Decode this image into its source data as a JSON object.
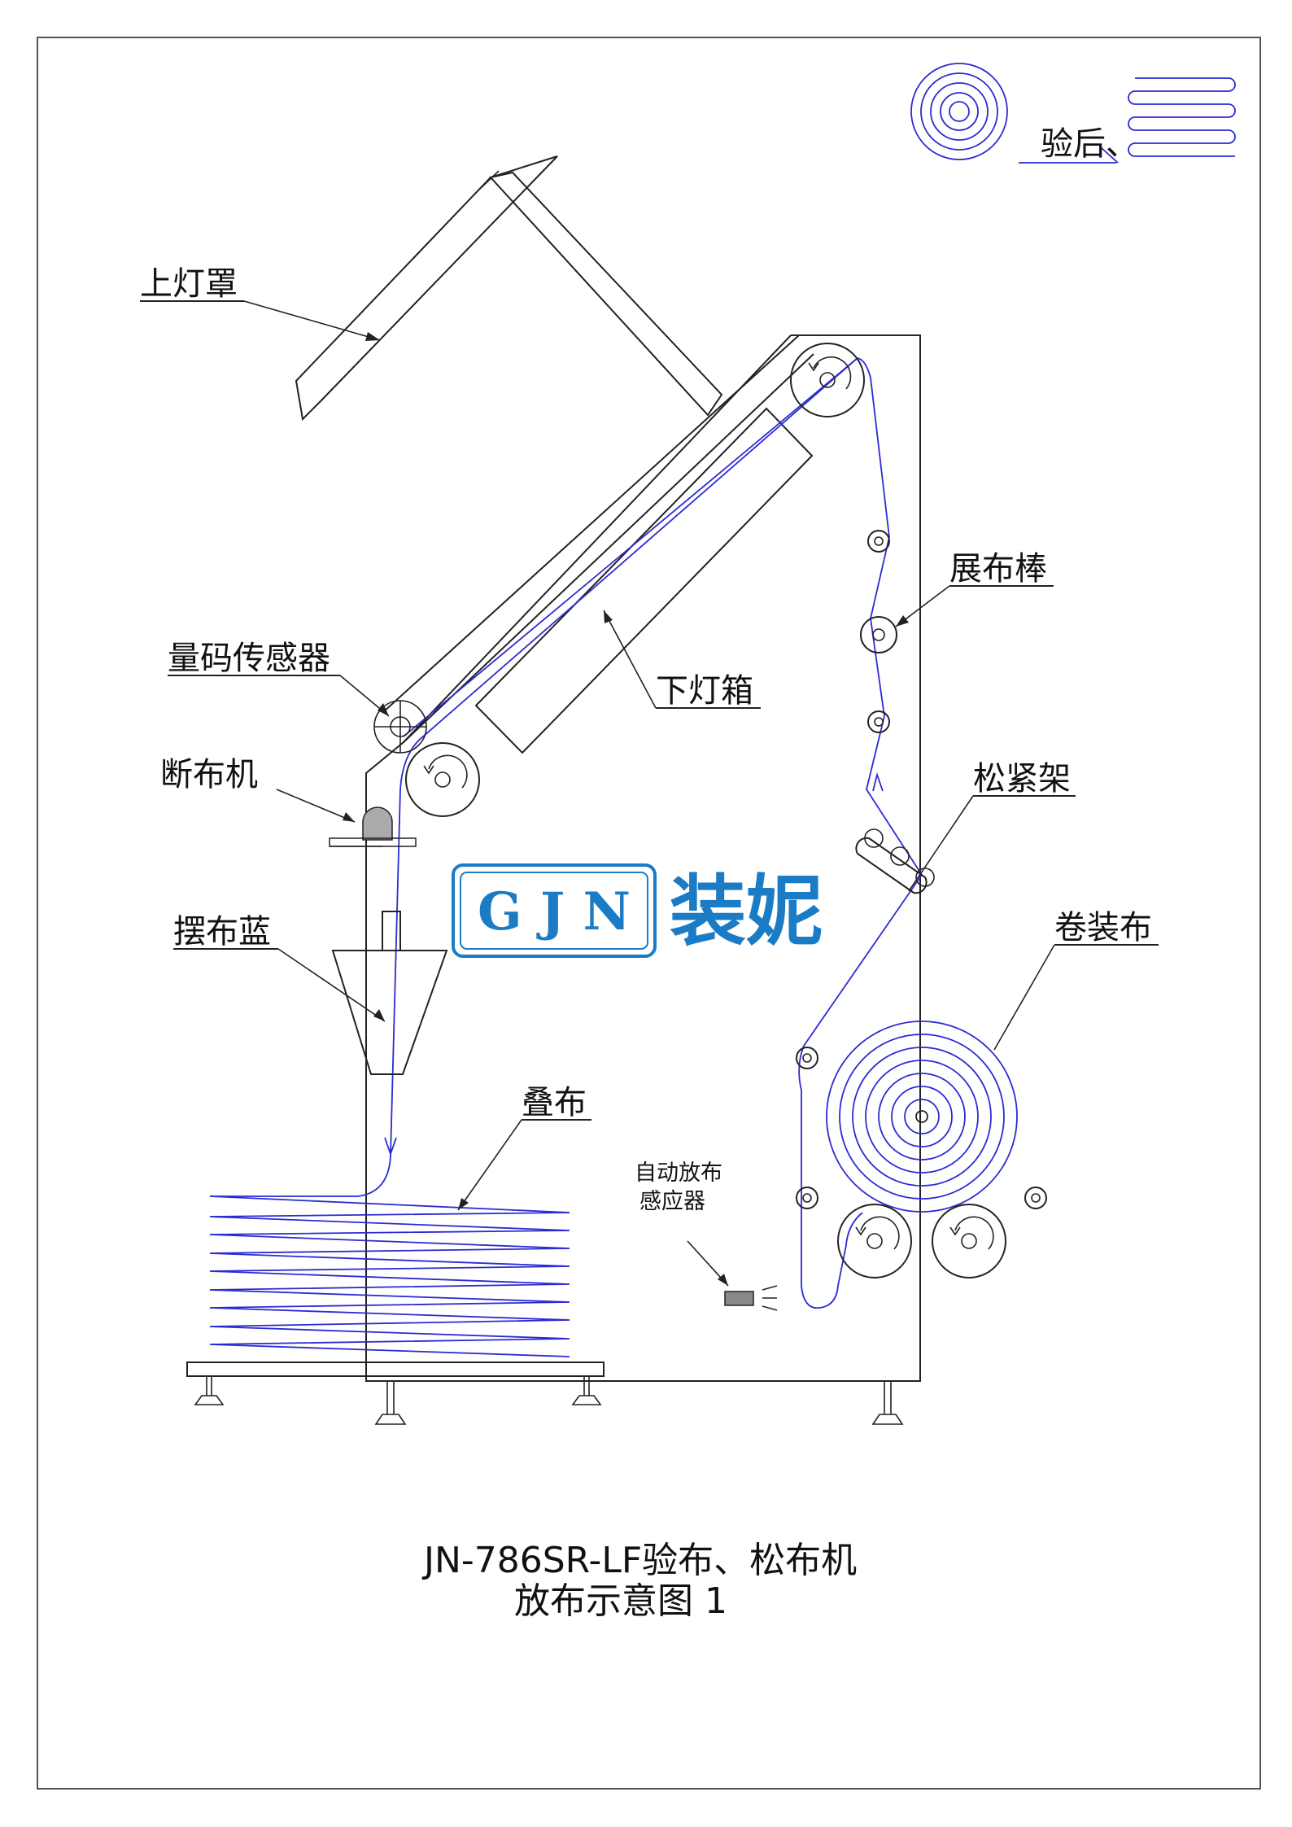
{
  "after_inspection": {
    "label": "验后、"
  },
  "labels": {
    "upper_lamp_cover": "上灯罩",
    "lower_light_box": "下灯箱",
    "meter_sensor": "量码传感器",
    "cloth_cutter": "断布机",
    "swing_basket": "摆布蓝",
    "folded_cloth": "叠布",
    "spreader_bar": "展布棒",
    "tension_frame": "松紧架",
    "rolled_cloth": "卷装布",
    "auto_release_sensor_line1": "自动放布",
    "auto_release_sensor_line2": "感应器"
  },
  "logo": {
    "latin": "G J N",
    "chinese": "装妮",
    "color": "#1b7bc4"
  },
  "caption": {
    "line1": "JN-786SR-LF验布、松布机",
    "line2": "放布示意图 1"
  },
  "colors": {
    "line": "#222222",
    "fabric_path": "#2b2bd4",
    "logo": "#1b7bc4"
  }
}
